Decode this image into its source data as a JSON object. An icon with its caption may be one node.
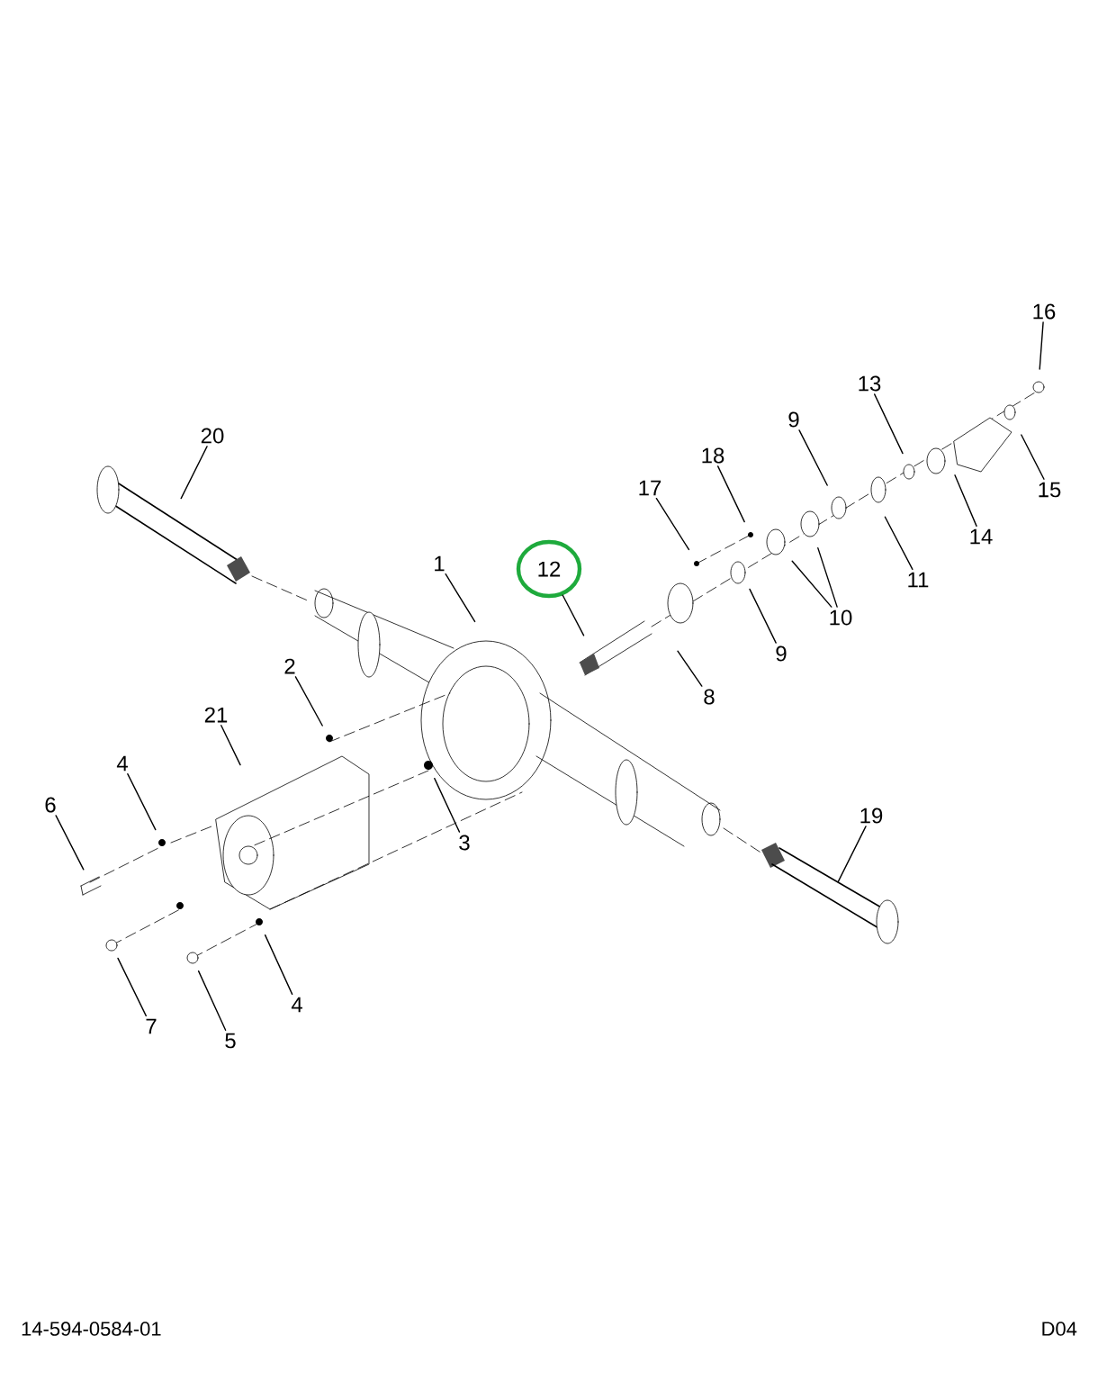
{
  "diagram": {
    "nodes": [
      {
        "text": [
          "16"
        ]
      },
      {
        "text": [
          "13"
        ]
      },
      {
        "text": [
          "9"
        ]
      },
      {
        "text": [
          "20"
        ]
      },
      {
        "text": [
          "18"
        ]
      },
      {
        "text": [
          "17"
        ]
      },
      {
        "text": [
          "15"
        ]
      },
      {
        "text": [
          "14"
        ]
      },
      {
        "text": [
          "1"
        ]
      },
      {
        "text": [
          "12"
        ]
      },
      {
        "text": [
          "11"
        ]
      },
      {
        "text": [
          "10"
        ]
      },
      {
        "text": [
          "9"
        ]
      },
      {
        "text": [
          "2"
        ]
      },
      {
        "text": [
          "8"
        ]
      },
      {
        "text": [
          "21"
        ]
      },
      {
        "text": [
          "4"
        ]
      },
      {
        "text": [
          "6"
        ]
      },
      {
        "text": [
          "19"
        ]
      },
      {
        "text": [
          "3"
        ]
      },
      {
        "text": [
          "4"
        ]
      },
      {
        "text": [
          "7"
        ]
      },
      {
        "text": [
          "5"
        ]
      }
    ],
    "edges": [
      {
        "from": 0,
        "to": null,
        "arrow": "none"
      },
      {
        "from": 1,
        "to": null,
        "arrow": "none"
      },
      {
        "from": 2,
        "to": null,
        "arrow": "none"
      },
      {
        "from": 3,
        "to": null,
        "arrow": "none"
      },
      {
        "from": 4,
        "to": null,
        "arrow": "none"
      },
      {
        "from": 5,
        "to": null,
        "arrow": "none"
      },
      {
        "from": 6,
        "to": null,
        "arrow": "none"
      },
      {
        "from": 7,
        "to": null,
        "arrow": "none"
      },
      {
        "from": 8,
        "to": null,
        "arrow": "none"
      },
      {
        "from": 9,
        "to": null,
        "arrow": "none"
      },
      {
        "from": 10,
        "to": null,
        "arrow": "none"
      },
      {
        "from": 11,
        "to": null,
        "arrow": "none"
      },
      {
        "from": 11,
        "to": null,
        "arrow": "none"
      },
      {
        "from": 12,
        "to": null,
        "arrow": "none"
      },
      {
        "from": 13,
        "to": null,
        "arrow": "none"
      },
      {
        "from": 14,
        "to": null,
        "arrow": "none"
      },
      {
        "from": 15,
        "to": null,
        "arrow": "none"
      },
      {
        "from": 16,
        "to": null,
        "arrow": "none"
      },
      {
        "from": 17,
        "to": null,
        "arrow": "none"
      },
      {
        "from": 18,
        "to": null,
        "arrow": "none"
      },
      {
        "from": 19,
        "to": null,
        "arrow": "none"
      },
      {
        "from": 20,
        "to": null,
        "arrow": "none"
      },
      {
        "from": 21,
        "to": null,
        "arrow": "none"
      },
      {
        "from": 22,
        "to": null,
        "arrow": "none"
      }
    ],
    "labels": [
      "14-594-0584-01",
      "D04"
    ]
  }
}
